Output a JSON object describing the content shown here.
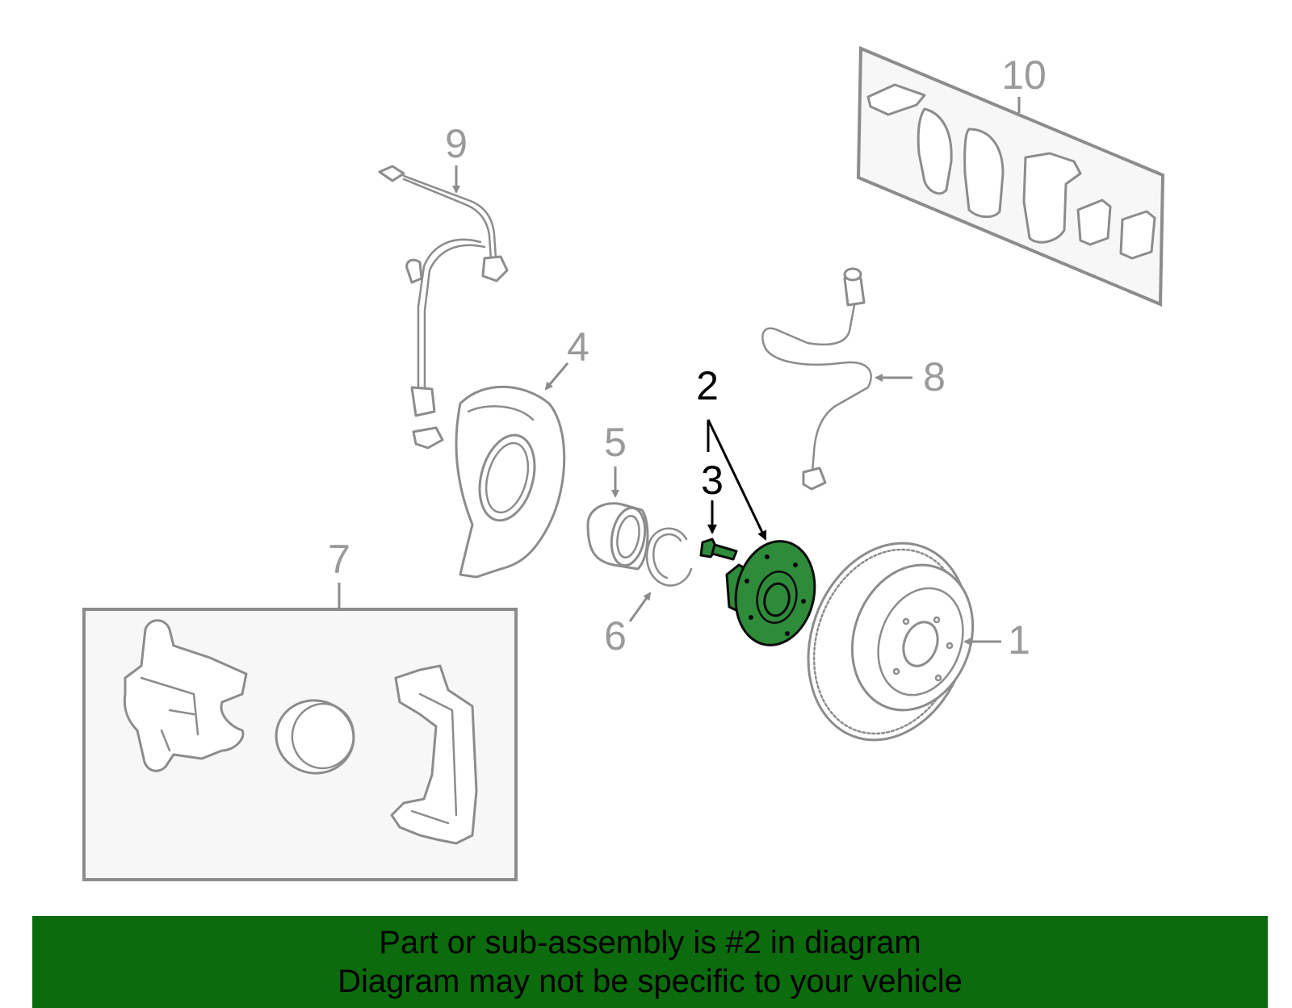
{
  "callouts": {
    "c1": "1",
    "c2": "2",
    "c3": "3",
    "c4": "4",
    "c5": "5",
    "c6": "6",
    "c7": "7",
    "c8": "8",
    "c9": "9",
    "c10": "10"
  },
  "highlight_color": "#2e8b3a",
  "banner": {
    "background": "#0c6b0c",
    "line1": "Part or sub-assembly is #2 in diagram",
    "line2": "Diagram may not be specific to your vehicle"
  }
}
